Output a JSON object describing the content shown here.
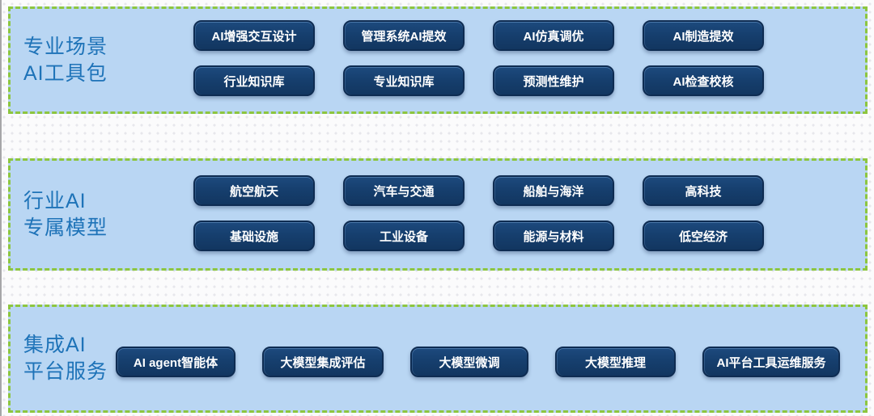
{
  "colors": {
    "band_background": "#b9d6f3",
    "band_dashed_border": "#8dc63f",
    "button_fill": "#163f6e",
    "button_border": "#0e2c52",
    "button_text": "#ffffff",
    "label_text": "#1e73b8",
    "page_background": "#fbfbfc"
  },
  "sections": [
    {
      "label_line1": "专业场景",
      "label_line2": "AI工具包",
      "rows": [
        [
          "AI增强交互设计",
          "管理系统AI提效",
          "AI仿真调优",
          "AI制造提效"
        ],
        [
          "行业知识库",
          "专业知识库",
          "预测性维护",
          "AI检查校核"
        ]
      ]
    },
    {
      "label_line1": "行业AI",
      "label_line2": "专属模型",
      "rows": [
        [
          "航空航天",
          "汽车与交通",
          "船舶与海洋",
          "高科技"
        ],
        [
          "基础设施",
          "工业设备",
          "能源与材料",
          "低空经济"
        ]
      ]
    },
    {
      "label_line1": "集成AI",
      "label_line2": "平台服务",
      "rows": [
        [
          "AI agent智能体",
          "大模型集成评估",
          "大模型微调",
          "大模型推理",
          "AI平台工具运维服务"
        ]
      ]
    }
  ]
}
